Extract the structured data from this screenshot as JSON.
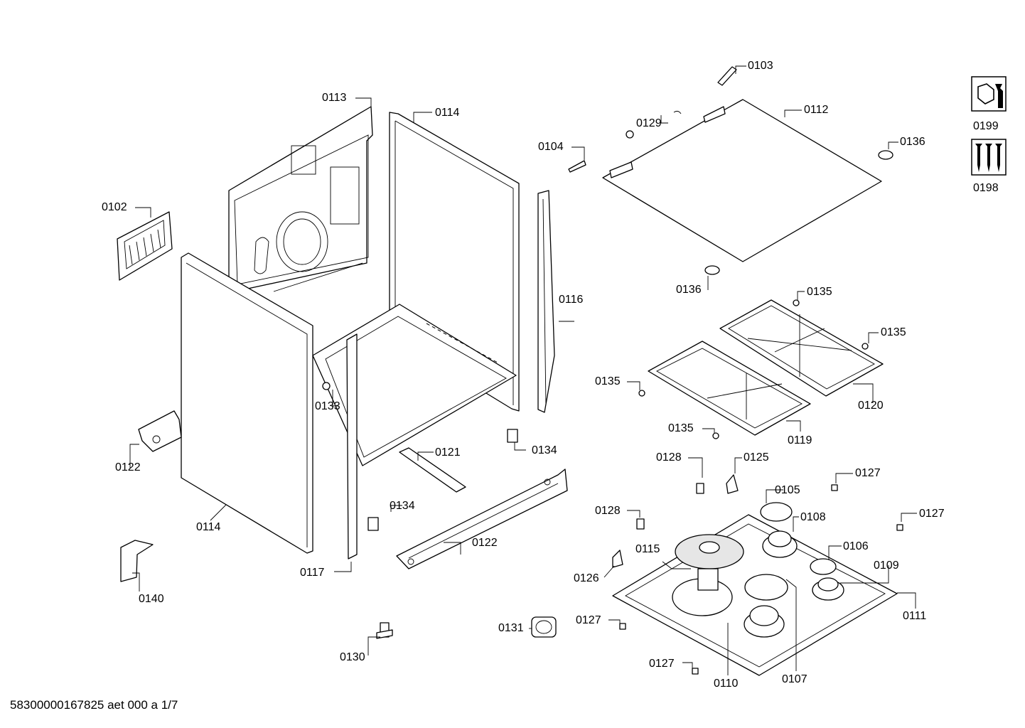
{
  "diagram": {
    "part_labels": {
      "p0102": "0102",
      "p0103": "0103",
      "p0104": "0104",
      "p0105": "0105",
      "p0106": "0106",
      "p0107": "0107",
      "p0108": "0108",
      "p0109": "0109",
      "p0110": "0110",
      "p0111": "0111",
      "p0112": "0112",
      "p0113": "0113",
      "p0114a": "0114",
      "p0114b": "0114",
      "p0115": "0115",
      "p0116": "0116",
      "p0117": "0117",
      "p0119": "0119",
      "p0120": "0120",
      "p0121": "0121",
      "p0122a": "0122",
      "p0122b": "0122",
      "p0125": "0125",
      "p0126": "0126",
      "p0127a": "0127",
      "p0127b": "0127",
      "p0127c": "0127",
      "p0127d": "0127",
      "p0128a": "0128",
      "p0128b": "0128",
      "p0129": "0129",
      "p0130": "0130",
      "p0131": "0131",
      "p0133": "0133",
      "p0134a": "0134",
      "p0134b": "0134",
      "p0135a": "0135",
      "p0135b": "0135",
      "p0135c": "0135",
      "p0135d": "0135",
      "p0136a": "0136",
      "p0136b": "0136",
      "p0140": "0140",
      "p0198": "0198",
      "p0199": "0199"
    },
    "icons": {
      "p0199": "spanner-nut-icon",
      "p0198": "screws-icon"
    },
    "footer": "58300000167825 aet 000 a 1/7"
  }
}
